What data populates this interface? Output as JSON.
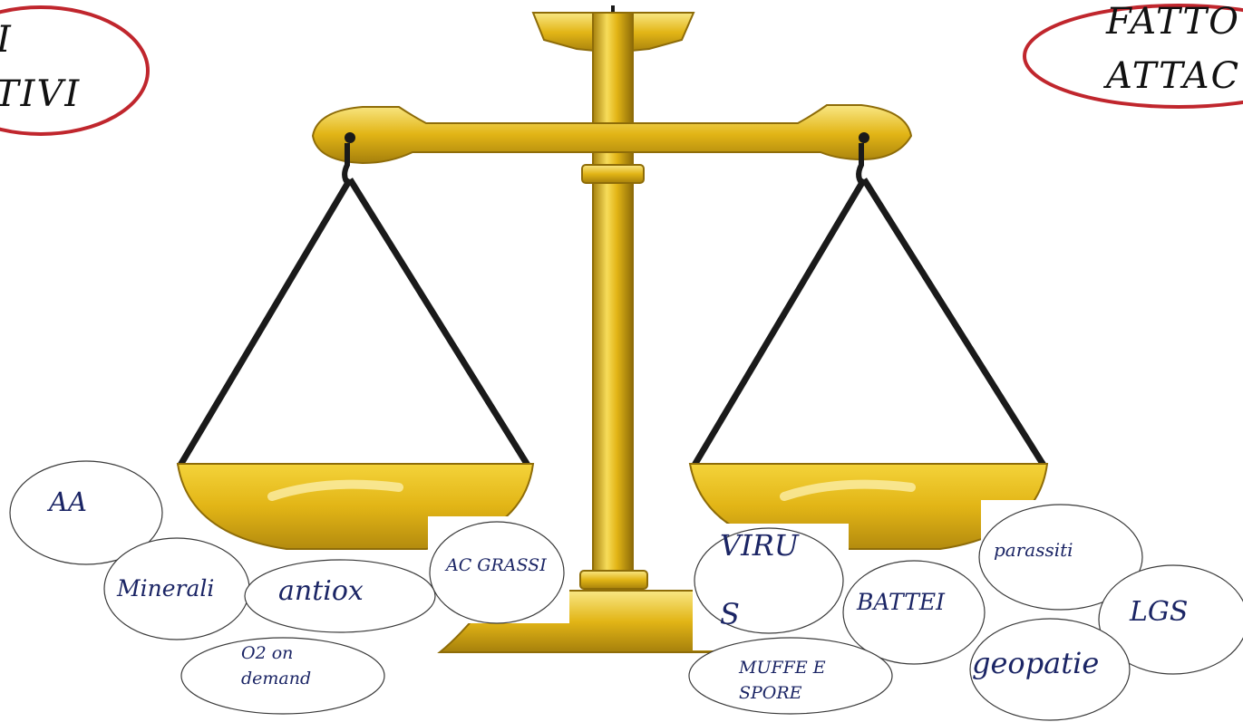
{
  "header_left": {
    "line1": "I",
    "line2": "TIVI"
  },
  "header_right": {
    "line1": "FATTO",
    "line2": "ATTAC"
  },
  "left_pan_items": {
    "aa": "AA",
    "minerali": "Minerali",
    "antiox": "antiox",
    "ac_grassi": "AC GRASSI",
    "o2_line1": "O2 on",
    "o2_line2": "demand"
  },
  "right_pan_items": {
    "virus_line1": "VIRU",
    "virus_line2": "S",
    "batteri": "BATTEI",
    "parassiti": "parassiti",
    "lgs": "LGS",
    "muffe_line1": "MUFFE E",
    "muffe_line2": "SPORE",
    "geopatie": "geopatie"
  },
  "colors": {
    "gold": "#e2b516",
    "gold_dark": "#a6800c",
    "gold_light": "#f9e784",
    "outline_red": "#c0262d",
    "text_blue": "#1b2565"
  }
}
